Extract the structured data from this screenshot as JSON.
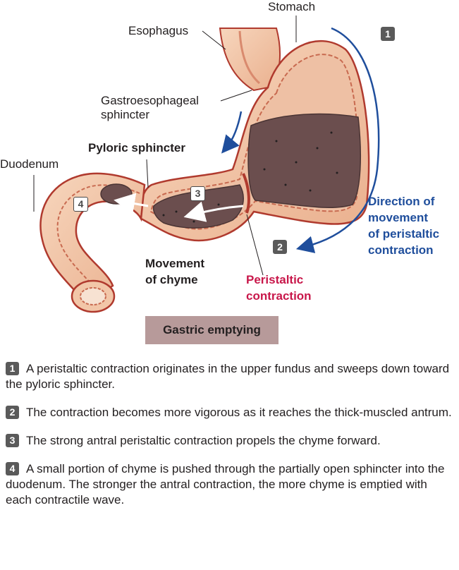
{
  "labels": {
    "stomach": "Stomach",
    "esophagus": "Esophagus",
    "gastro_line1": "Gastroesophageal",
    "gastro_line2": "sphincter",
    "pyloric": "Pyloric sphincter",
    "duodenum": "Duodenum",
    "direction_line1": "Direction of",
    "direction_line2": "movement",
    "direction_line3": "of peristaltic",
    "direction_line4": "contraction",
    "movement_line1": "Movement",
    "movement_line2": "of chyme",
    "peristaltic_line1": "Peristaltic",
    "peristaltic_line2": "contraction"
  },
  "badges": {
    "b1": "1",
    "b2": "2",
    "b3": "3",
    "b4": "4"
  },
  "banner": "Gastric emptying",
  "steps": [
    {
      "num": "1",
      "text": "A peristaltic contraction originates in the upper fundus and sweeps down toward the pyloric sphincter."
    },
    {
      "num": "2",
      "text": "The contraction becomes more vigorous as it reaches the thick-muscled antrum."
    },
    {
      "num": "3",
      "text": "The strong antral peristaltic contraction propels the chyme forward."
    },
    {
      "num": "4",
      "text": "A small portion of chyme is pushed through the partially open sphincter into the duodenum. The stronger the antral contraction, the more chyme is emptied with each contractile wave."
    }
  ],
  "colors": {
    "tissue": "#f2c6a8",
    "tissue_edge": "#c0392b",
    "lining": "#e8a98a",
    "chyme": "#6b4e4e",
    "arrow_blue": "#1f4e9c",
    "accent_red": "#c8174a",
    "banner_bg": "#b79a9a"
  }
}
